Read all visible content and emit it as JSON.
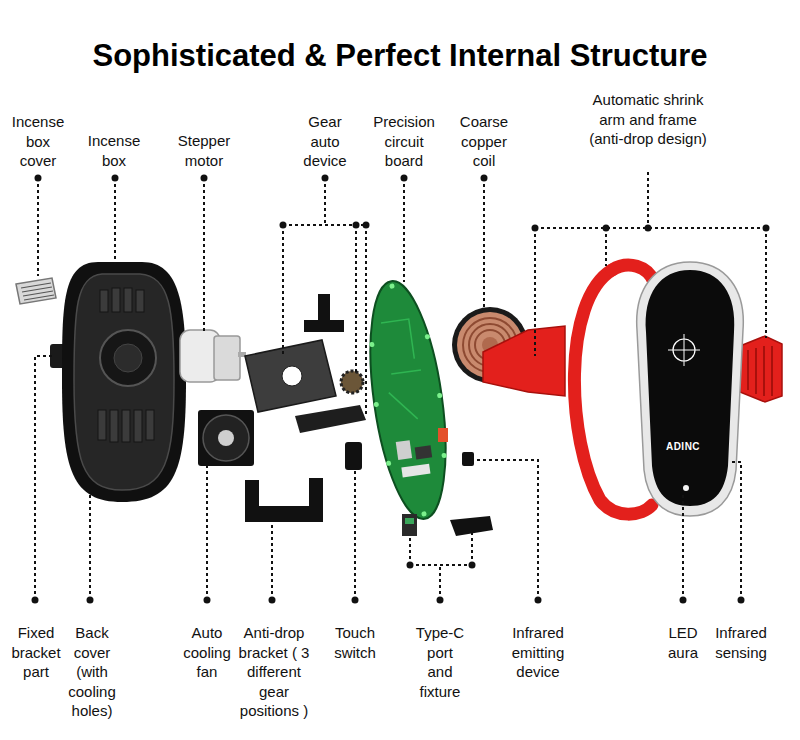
{
  "diagram": {
    "title": "Sophisticated & Perfect Internal Structure",
    "labels": [
      "Incense box cover",
      "Incense box",
      "Stepper motor",
      "Gear auto device",
      "Precision circuit board",
      "Coarse copper coil",
      "Automatic shrink arm and frame (anti-drop design)",
      "Fixed bracket part",
      "Back cover (with cooling holes)",
      "Auto cooling fan",
      "Anti-drop bracket ( 3 different gear positions )",
      "Touch switch",
      "Type-C port and fixture",
      "Infrared emitting device",
      "LED aura",
      "Infrared sensing",
      "ADINC"
    ]
  }
}
